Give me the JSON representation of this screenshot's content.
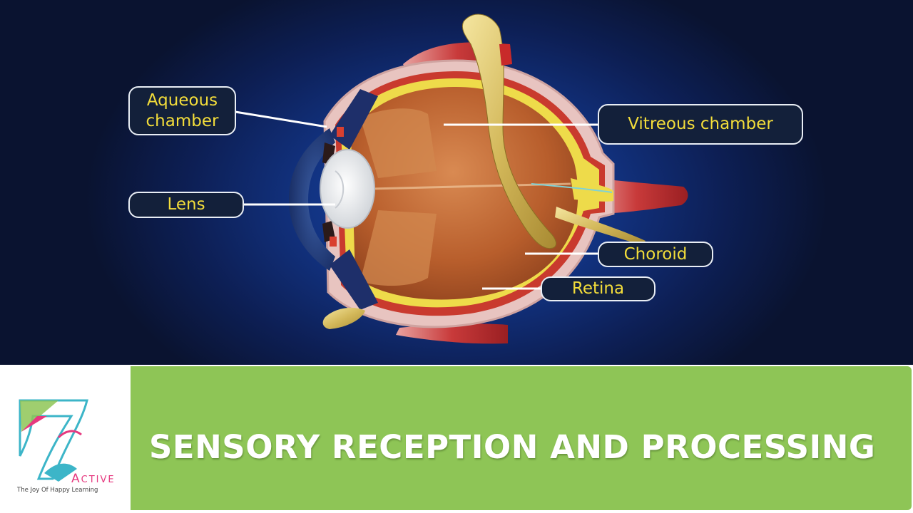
{
  "diagram": {
    "labels": {
      "aqueous_chamber": "Aqueous\nchamber",
      "lens": "Lens",
      "vitreous_chamber": "Vitreous chamber",
      "choroid": "Choroid",
      "retina": "Retina"
    },
    "colors": {
      "label_text": "#f3dd3a",
      "label_bg": "#13203a",
      "background": "#1d46a8"
    }
  },
  "banner": {
    "title": "SENSORY RECEPTION AND PROCESSING",
    "color": "#8ec556"
  },
  "brand": {
    "logo_icon": "number-7-logo-icon",
    "name_initial": "A",
    "name_rest": "CTIVE",
    "tagline": "The Joy Of Happy Learning"
  }
}
